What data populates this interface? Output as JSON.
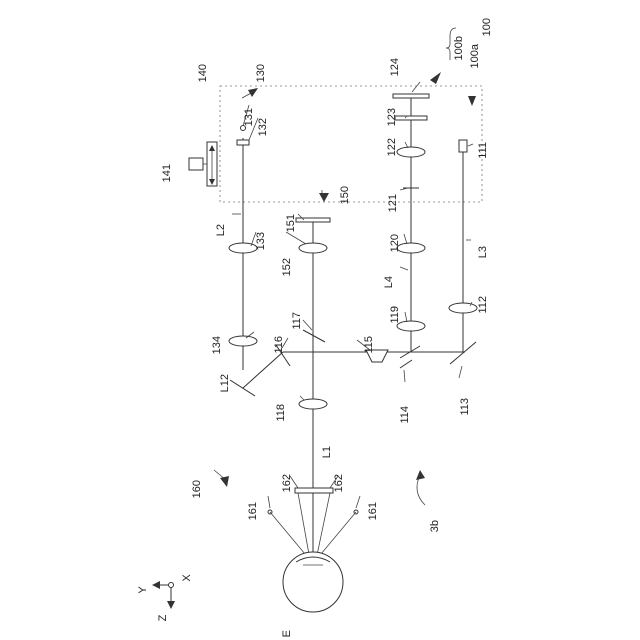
{
  "diagram": {
    "labels": {
      "l100": "100",
      "l100a": "100a",
      "l100b": "100b",
      "l124": "124",
      "l140": "140",
      "l130": "130",
      "l131": "131",
      "l132": "132",
      "l123": "123",
      "l122": "122",
      "l111": "111",
      "l141": "141",
      "l121": "121",
      "l150": "150",
      "l151": "151",
      "lL2": "L2",
      "l133": "133",
      "l120": "120",
      "l152": "152",
      "lL3": "L3",
      "lL4": "L4",
      "l112": "112",
      "l119": "119",
      "l117": "117",
      "l134": "134",
      "l116": "116",
      "l115": "115",
      "lL12": "L12",
      "l118": "118",
      "l114": "114",
      "l113": "113",
      "lL1": "L1",
      "l160": "160",
      "l162a": "162",
      "l162b": "162",
      "l161a": "161",
      "l161b": "161",
      "l3b": "3b",
      "lE": "E"
    },
    "axes": {
      "y": "Y",
      "x": "X",
      "z": "Z"
    }
  }
}
